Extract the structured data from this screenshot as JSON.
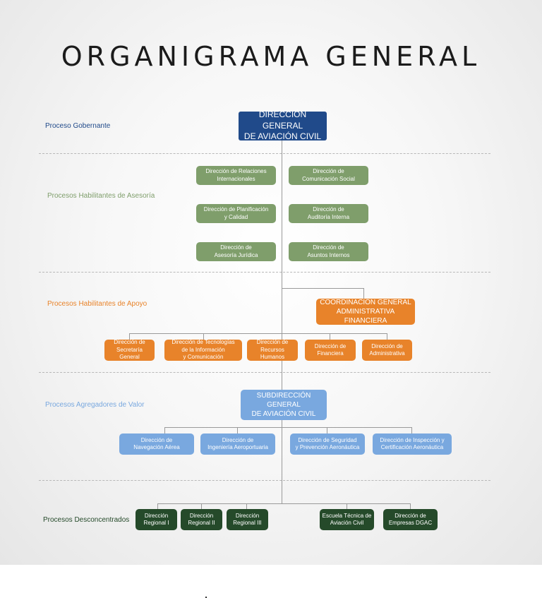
{
  "title": "ORGANIGRAMA GENERAL",
  "sections": {
    "gobernante": "Proceso Gobernante",
    "asesoria": "Procesos Habilitantes de Asesoría",
    "apoyo": "Procesos Habilitantes de Apoyo",
    "valor": "Procesos Agregadores de Valor",
    "desconcentrados": "Procesos Desconcentrados"
  },
  "colors": {
    "gobernante": "#204a8a",
    "asesoria": "#7f9e6b",
    "apoyo": "#e8832a",
    "valor": "#79a8df",
    "desconcentrados": "#254a2a"
  },
  "nodes": {
    "dgac": "DIRECCIÓN GENERAL\nDE AVIACIÓN CIVIL",
    "relaciones": "Dirección de Relaciones\nInternacionales",
    "comunicacion": "Dirección de\nComunicación Social",
    "planificacion": "Dirección de Planificación\ny Calidad",
    "auditoria": "Dirección de\nAuditoría Interna",
    "juridica": "Dirección de\nAsesoría Jurídica",
    "asuntos": "Dirección de\nAsuntos Internos",
    "coordinacion": "COORDINACIÓN GENERAL\nADMINISTRATIVA FINANCIERA",
    "secretaria": "Dirección de\nSecretaría\nGeneral",
    "tecnologias": "Dirección de Tecnologías\nde la Información\ny Comunicación",
    "rrhh": "Dirección de\nRecursos\nHumanos",
    "financiera": "Dirección de\nFinanciera",
    "administrativa": "Dirección de\nAdministrativa",
    "subdireccion": "SUBDIRECCIÓN GENERAL\nDE AVIACIÓN CIVIL",
    "navegacion": "Dirección de\nNavegación Aérea",
    "ingenieria": "Dirección de\nIngeniería Aeroportuaria",
    "seguridad": "Dirección de Seguridad\ny Prevención Aeronáutica",
    "inspeccion": "Dirección de Inspección y\nCertificación Aeronáutica",
    "regional1": "Dirección\nRegional I",
    "regional2": "Dirección\nRegional II",
    "regional3": "Dirección\nRegional III",
    "escuela": "Escuela Técnica de\nAviación Civil",
    "empresas": "Dirección de\nEmpresas DGAC"
  }
}
